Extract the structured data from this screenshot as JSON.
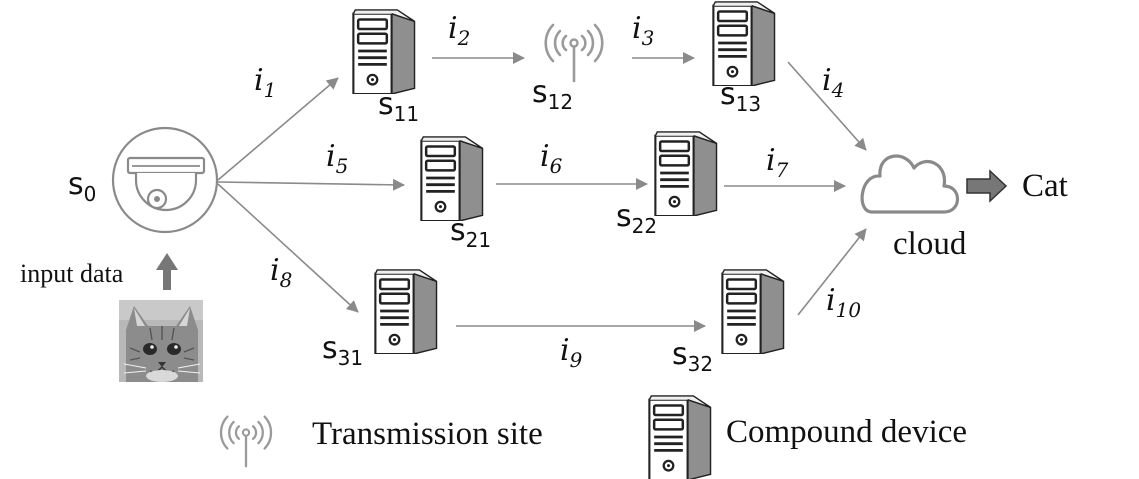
{
  "nodes": {
    "s0": {
      "main": "s",
      "sub": "0"
    },
    "s11": {
      "main": "s",
      "sub": "11"
    },
    "s12": {
      "main": "s",
      "sub": "12"
    },
    "s13": {
      "main": "s",
      "sub": "13"
    },
    "s21": {
      "main": "s",
      "sub": "21"
    },
    "s22": {
      "main": "s",
      "sub": "22"
    },
    "s31": {
      "main": "s",
      "sub": "31"
    },
    "s32": {
      "main": "s",
      "sub": "32"
    }
  },
  "edges": {
    "i1": {
      "main": "i",
      "sub": "1"
    },
    "i2": {
      "main": "i",
      "sub": "2"
    },
    "i3": {
      "main": "i",
      "sub": "3"
    },
    "i4": {
      "main": "i",
      "sub": "4"
    },
    "i5": {
      "main": "i",
      "sub": "5"
    },
    "i6": {
      "main": "i",
      "sub": "6"
    },
    "i7": {
      "main": "i",
      "sub": "7"
    },
    "i8": {
      "main": "i",
      "sub": "8"
    },
    "i9": {
      "main": "i",
      "sub": "9"
    },
    "i10": {
      "main": "i",
      "sub": "10"
    }
  },
  "labels": {
    "cloud": "cloud",
    "result": "Cat",
    "input": "input data"
  },
  "legend": {
    "transmission": "Transmission site",
    "compound": "Compound device"
  },
  "colors": {
    "arrow": "#8a8a8a",
    "icon_gray": "#9a9a9a",
    "server_dark": "#222222"
  }
}
